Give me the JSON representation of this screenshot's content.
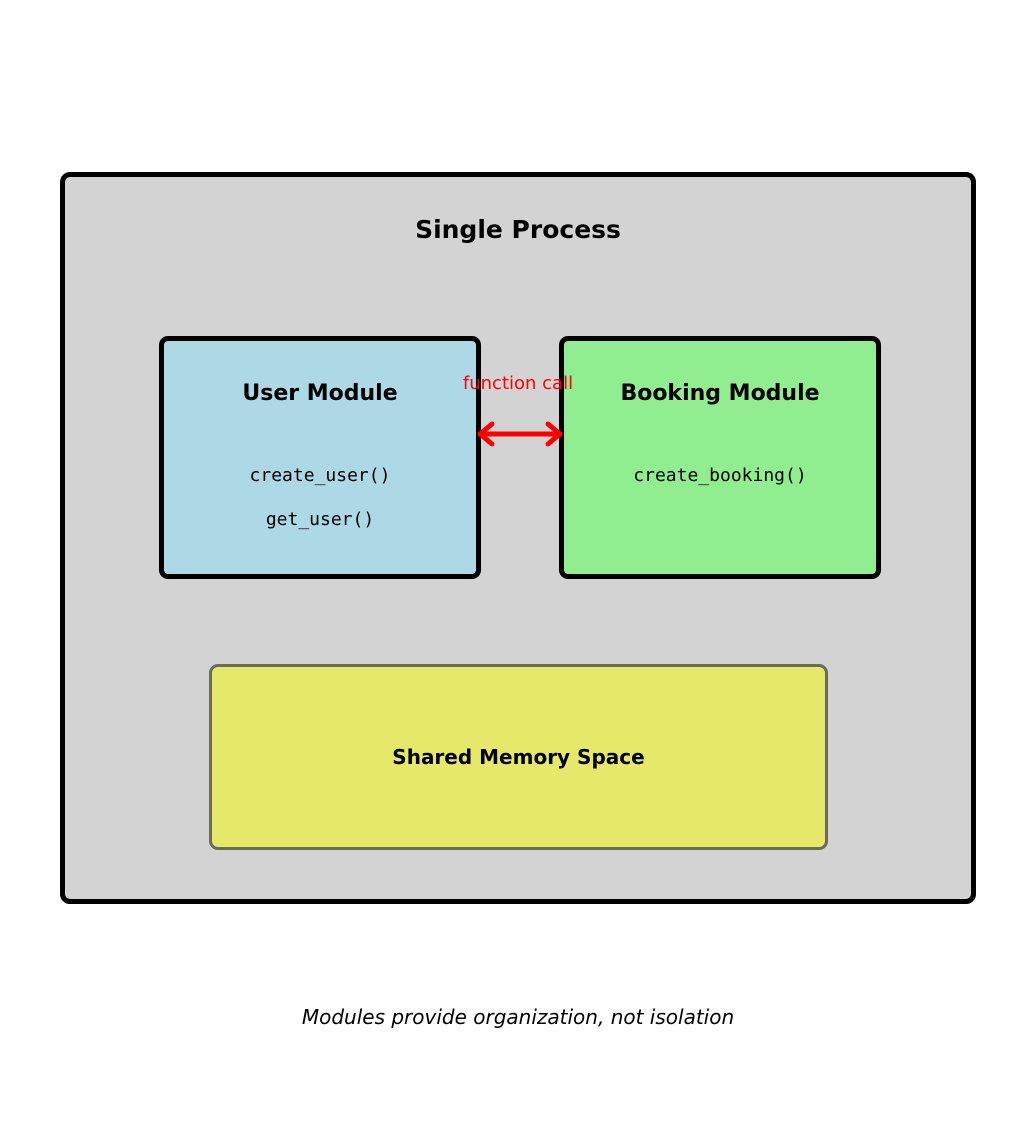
{
  "process": {
    "title": "Single Process"
  },
  "modules": [
    {
      "title": "User Module",
      "functions": [
        "create_user()",
        "get_user()"
      ],
      "color": "#add8e6"
    },
    {
      "title": "Booking Module",
      "functions": [
        "create_booking()"
      ],
      "color": "#90ee90"
    }
  ],
  "connection": {
    "label": "function call",
    "color": "#ff0000",
    "direction": "bidirectional"
  },
  "memory": {
    "label": "Shared Memory Space",
    "color": "#e6e86a"
  },
  "caption": "Modules provide organization, not isolation"
}
